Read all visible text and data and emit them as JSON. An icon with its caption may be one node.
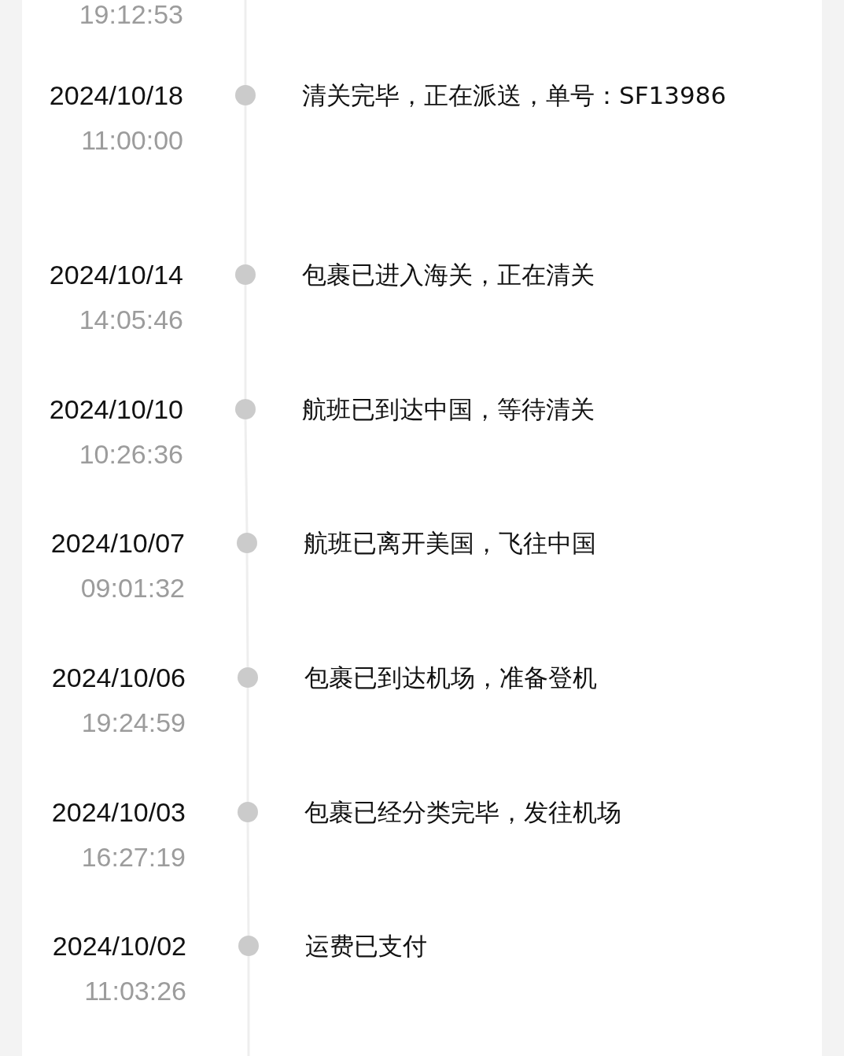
{
  "diagram": {
    "nodes": [
      {
        "text": [],
        "shape": "circle",
        "beside": [
          "2024/10/18",
          "11:00:00",
          "清关完毕，正在派送，单号：SF13986"
        ]
      },
      {
        "text": [],
        "shape": "circle",
        "beside": [
          "2024/10/14",
          "14:05:46",
          "包裹已进入海关，正在清关"
        ]
      },
      {
        "text": [],
        "shape": "circle",
        "beside": [
          "2024/10/10",
          "10:26:36",
          "航班已到达中国，等待清关"
        ]
      },
      {
        "text": [],
        "shape": "circle",
        "beside": [
          "2024/10/07",
          "09:01:32",
          "航班已离开美国，飞往中国"
        ]
      },
      {
        "text": [],
        "shape": "circle",
        "beside": [
          "2024/10/06",
          "19:24:59",
          "包裹已到达机场，准备登机"
        ]
      },
      {
        "text": [],
        "shape": "circle",
        "beside": [
          "2024/10/03",
          "16:27:19",
          "包裹已经分类完毕，发往机场"
        ]
      },
      {
        "text": [],
        "shape": "circle",
        "beside": [
          "2024/10/02",
          "11:03:26",
          "运费已支付"
        ]
      }
    ],
    "edges": [
      {
        "from": 0,
        "to": 1,
        "arrow": "none"
      },
      {
        "from": 1,
        "to": 2,
        "arrow": "none"
      },
      {
        "from": 2,
        "to": 3,
        "arrow": "none"
      },
      {
        "from": 3,
        "to": 4,
        "arrow": "none"
      },
      {
        "from": 4,
        "to": 5,
        "arrow": "none"
      },
      {
        "from": 5,
        "to": 6,
        "arrow": "none"
      }
    ],
    "labels": [
      "19:12:53"
    ]
  }
}
